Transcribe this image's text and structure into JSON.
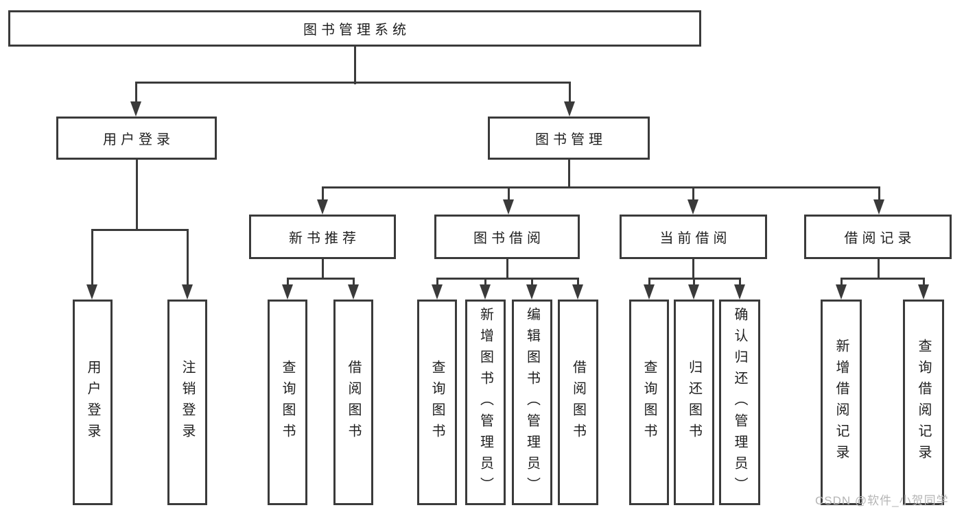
{
  "title": {
    "label": "图书管理系统"
  },
  "level2": [
    {
      "id": "user-login",
      "label": "用户登录",
      "parent": "图书管理系统"
    },
    {
      "id": "book-management",
      "label": "图书管理",
      "parent": "图书管理系统"
    }
  ],
  "level3": [
    {
      "id": "new-book-recommend",
      "label": "新书推荐",
      "parent": "图书管理"
    },
    {
      "id": "book-borrow",
      "label": "图书借阅",
      "parent": "图书管理"
    },
    {
      "id": "current-borrow",
      "label": "当前借阅",
      "parent": "图书管理"
    },
    {
      "id": "borrow-records",
      "label": "借阅记录",
      "parent": "图书管理"
    }
  ],
  "leaves": [
    {
      "label": "用户登录",
      "parent": "用户登录"
    },
    {
      "label": "注销登录",
      "parent": "用户登录"
    },
    {
      "label": "查询图书",
      "parent": "新书推荐"
    },
    {
      "label": "借阅图书",
      "parent": "新书推荐"
    },
    {
      "label": "查询图书",
      "parent": "图书借阅"
    },
    {
      "label": "新增图书（管理员）",
      "parent": "图书借阅"
    },
    {
      "label": "编辑图书（管理员）",
      "parent": "图书借阅"
    },
    {
      "label": "借阅图书",
      "parent": "图书借阅"
    },
    {
      "label": "查询图书",
      "parent": "当前借阅"
    },
    {
      "label": "归还图书",
      "parent": "当前借阅"
    },
    {
      "label": "确认归还（管理员）",
      "parent": "当前借阅"
    },
    {
      "label": "新增借阅记录",
      "parent": "借阅记录"
    },
    {
      "label": "查询借阅记录",
      "parent": "借阅记录"
    }
  ],
  "watermark": {
    "text": "CSDN @软件_小贺同学"
  },
  "colors": {
    "line": "#3a3a3a",
    "text": "#1f1f1f",
    "background": "#ffffff",
    "watermark": "#b5b5b5"
  }
}
